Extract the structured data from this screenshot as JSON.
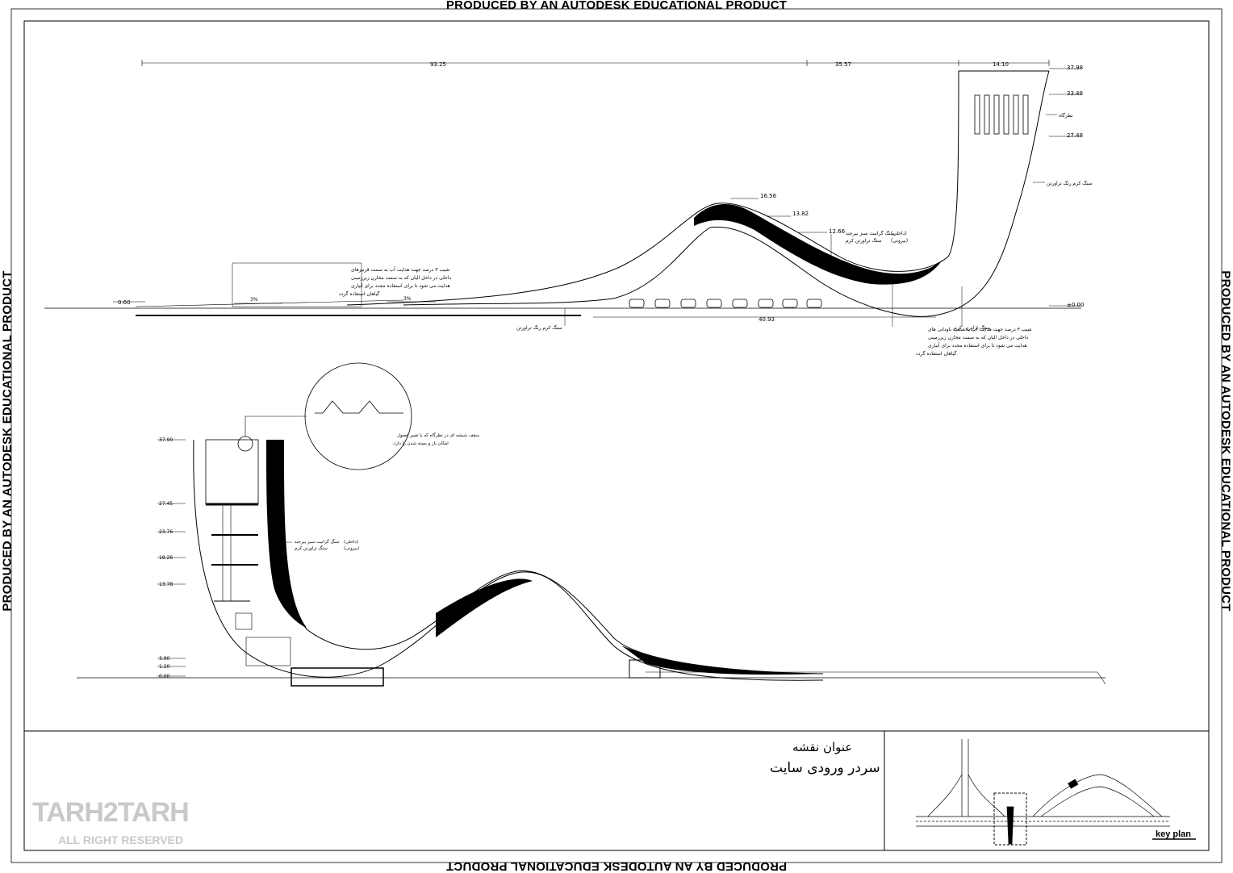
{
  "watermark": "PRODUCED BY AN AUTODESK EDUCATIONAL PRODUCT",
  "title_block": {
    "title_label": "عنوان نقشه",
    "title_value": "سردر ورودی سایت",
    "key_plan_label": "key plan"
  },
  "logo": {
    "name": "TARH2TARH",
    "tagline": "ALL RIGHT RESERVED"
  },
  "elevation": {
    "dim_top": [
      "93.25",
      "35.57",
      "14.10"
    ],
    "dim_bottom": "40.93",
    "levels_right": [
      "37.98",
      "33.48",
      "27.48",
      "±0.00"
    ],
    "levels_peak": [
      "16.56",
      "13.82",
      "12.66"
    ],
    "level_left": "0.60",
    "slope_labels": [
      "3%",
      "3%"
    ],
    "note_left": [
      "شیب ۳ درصد جهت هدایت آب به سمت قرنیزهای",
      "داخلی در داخل الیان که به سمت مخازن زیرزمینی",
      "هدایت می شود تا برای استفاده مجدد برای آبیاری",
      "گیاهان استفاده گردد"
    ],
    "note_right": [
      "شیب ۳ درصد جهت هدایت آب به سمت ناودانی های",
      "داخلی در داخل الیان که به سمت مخازن زیرزمینی",
      "هدایت می شود تا برای استفاده مجدد برای آبیاری",
      "گیاهان استفاده گردد"
    ],
    "label_nazargah": "نظرگاه",
    "label_stone_right": "سنگ کرم رنگ تراورتن",
    "label_stone_ground": "سنگ کرم رنگ تراورتن",
    "label_stone_bottom": "سنگ تراورتن کرم",
    "label_granite": "سنگ گرانیت سبز بیرجند",
    "label_travertine": "سنگ تراورتن کرم",
    "label_inner": "(داخلی)",
    "label_outer": "(بیرونی)"
  },
  "section": {
    "levels": [
      "37.90",
      "27.45",
      "23.76",
      "18.26",
      "13.78",
      "3.90",
      "1.20",
      "0.00"
    ],
    "detail_note": [
      "سقف شیشه ای در نظرگاه که با تغییر فصول",
      "امکان باز و بسته شدن را دارد."
    ],
    "label_granite": "سنگ گرانیت سبز بیرجند",
    "label_travertine": "سنگ تراورتن کرم",
    "label_inner": "(داخلی)",
    "label_outer": "(بیرونی)"
  }
}
